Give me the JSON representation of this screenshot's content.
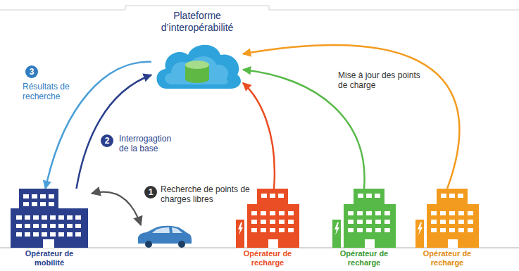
{
  "diagram": {
    "nodes": [
      {
        "text": [
          "Plateforme d’interopérabilité"
        ]
      },
      {
        "text": [
          "Opérateur de mobilité"
        ]
      },
      {
        "text": [
          "Opérateur de recharge"
        ]
      },
      {
        "text": [
          "Opérateur de recharge"
        ]
      },
      {
        "text": [
          "Opérateur de recharge"
        ]
      }
    ],
    "edges": [
      {
        "from": 1,
        "to": 0,
        "arrow": "to",
        "label": "Interrogagtion de la base"
      },
      {
        "from": 0,
        "to": 1,
        "arrow": "to",
        "label": "Résultats de recherche"
      },
      {
        "from": 2,
        "to": 0,
        "arrow": "to"
      },
      {
        "from": 3,
        "to": 0,
        "arrow": "to"
      },
      {
        "from": 4,
        "to": 0,
        "arrow": "to",
        "label": "Mise à jour des points de charge"
      }
    ],
    "labels": [
      "3",
      "2",
      "1",
      "Recherche de points de charges libres"
    ]
  }
}
